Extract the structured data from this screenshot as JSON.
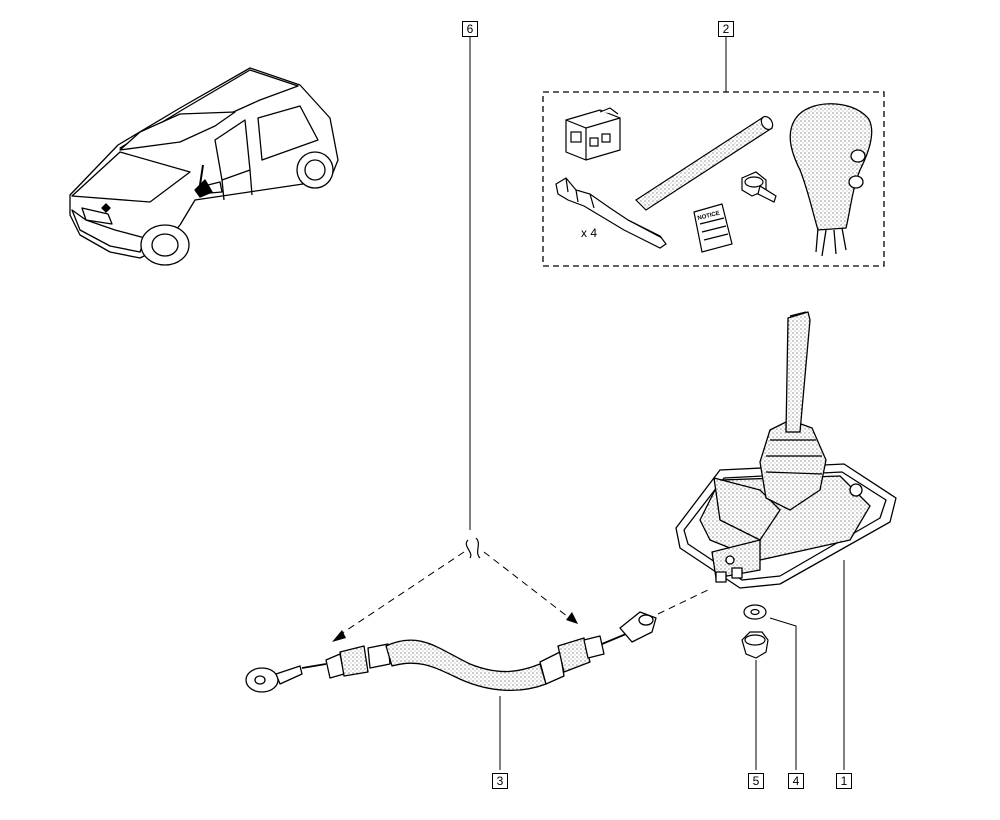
{
  "callouts": {
    "c1": "1",
    "c2": "2",
    "c3": "3",
    "c4": "4",
    "c5": "5",
    "c6": "6"
  },
  "texts": {
    "quantity": "x 4",
    "notice": "NOTICE"
  },
  "colors": {
    "ink": "#000000",
    "fill": "#ffffff",
    "stipple": "#d8d8d8"
  }
}
